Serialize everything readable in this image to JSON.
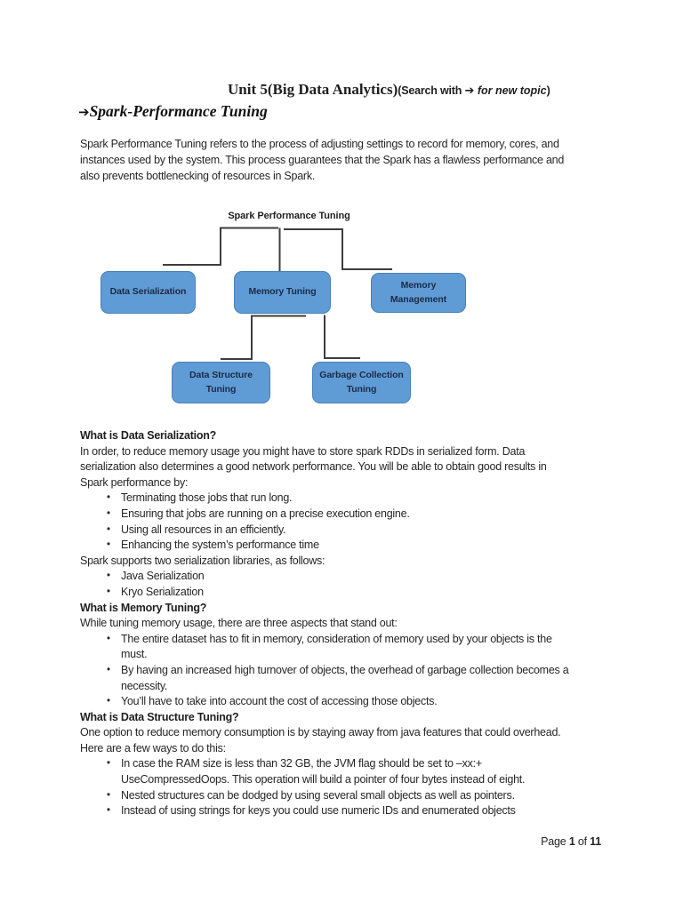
{
  "header": {
    "title_main": "Unit 5(Big Data Analytics)",
    "note_open": "(Search with ",
    "arrow": "➔",
    "note_italic": " for new topic",
    "note_close": ")",
    "heading_arrow": "➔",
    "heading_text": "Spark-Performance Tuning"
  },
  "intro": "Spark Performance Tuning refers to the process of adjusting settings to record for memory, cores, and\ninstances used by the system. This process guarantees that the Spark has a flawless performance and\nalso prevents bottlenecking of resources in Spark.",
  "diagram": {
    "title": "Spark Performance Tuning",
    "colors": {
      "box_fill": "#5f9bd5",
      "box_border": "#4a80b8",
      "box_text": "#1c2b45",
      "line": "#3d3d3d"
    },
    "boxes": [
      {
        "line1": "Data Serialization",
        "line2": ""
      },
      {
        "line1": "Memory Tuning",
        "line2": ""
      },
      {
        "line1": "Memory",
        "line2": "Management"
      },
      {
        "line1": "Data Structure",
        "line2": "Tuning"
      },
      {
        "line1": "Garbage Collection",
        "line2": "Tuning"
      }
    ]
  },
  "sections": {
    "h1": "What is Data Serialization?",
    "p1": "In order, to reduce memory usage you might have to store spark RDDs in serialized form. Data\nserialization also determines a good network performance. You will be able to obtain good results in\nSpark performance by:",
    "b1": [
      "Terminating those jobs that run long.",
      "Ensuring that jobs are running on a precise execution engine.",
      "Using all resources in an efficiently.",
      "Enhancing the system’s performance time"
    ],
    "p2": "Spark supports two serialization libraries, as follows:",
    "b2": [
      "Java Serialization",
      "Kryo Serialization"
    ],
    "h2": "What is Memory Tuning?",
    "p3": "While tuning memory usage, there are three aspects that stand out:",
    "b3": [
      "The entire dataset has to fit in memory, consideration of memory used by your objects is the\nmust.",
      "By having an increased high turnover of objects, the overhead of garbage collection becomes a\nnecessity.",
      "You’ll have to take into account the cost of accessing those objects."
    ],
    "h3": "What is Data Structure Tuning?",
    "p4": "One option to reduce memory consumption is by staying away from java features that could overhead.\nHere are a few ways to do this:",
    "b4": [
      "In case the RAM size is less than 32 GB, the JVM flag should be set to –xx:+\nUseCompressedOops. This operation will build a pointer of four bytes instead of eight.",
      "Nested structures can be dodged by using several small objects as well as pointers.",
      "Instead of using strings for keys you could use numeric IDs and enumerated objects"
    ],
    "bullet_char": "•"
  },
  "footer": {
    "prefix": "Page ",
    "page_num": "1",
    "middle": " of ",
    "total": "11"
  }
}
